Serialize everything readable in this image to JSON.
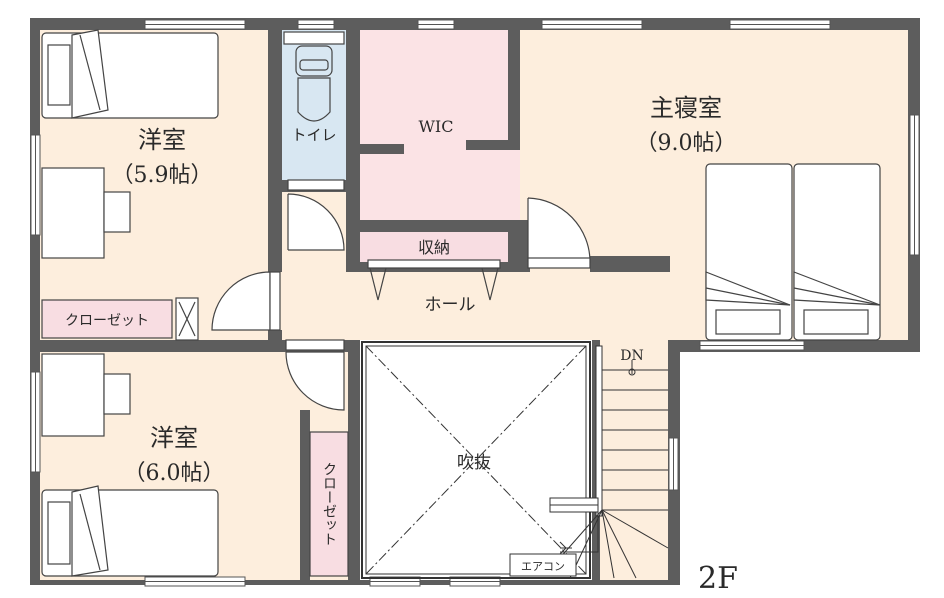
{
  "floor_label": "2F",
  "rooms": {
    "western_room_1": {
      "name": "洋室",
      "size": "（5.9帖）"
    },
    "western_room_2": {
      "name": "洋室",
      "size": "（6.0帖）"
    },
    "master_bedroom": {
      "name": "主寝室",
      "size": "（9.0帖）"
    },
    "wic": "WIC",
    "toilet": "トイレ",
    "storage": "収納",
    "hall": "ホール",
    "closet_1": "クローゼット",
    "closet_2": "クローゼット",
    "void": "吹抜",
    "air_conditioner": "エアコン",
    "stairs_direction": "DN"
  },
  "colors": {
    "wall": "#5d5d5d",
    "room_floor": "#fdeedd",
    "wic_floor": "#fbe3e5",
    "toilet_floor": "#d8e7f2",
    "closet_fill": "#f8dde2",
    "void_fill": "#ffffff",
    "furniture": "#ffffff",
    "line": "#333333"
  }
}
